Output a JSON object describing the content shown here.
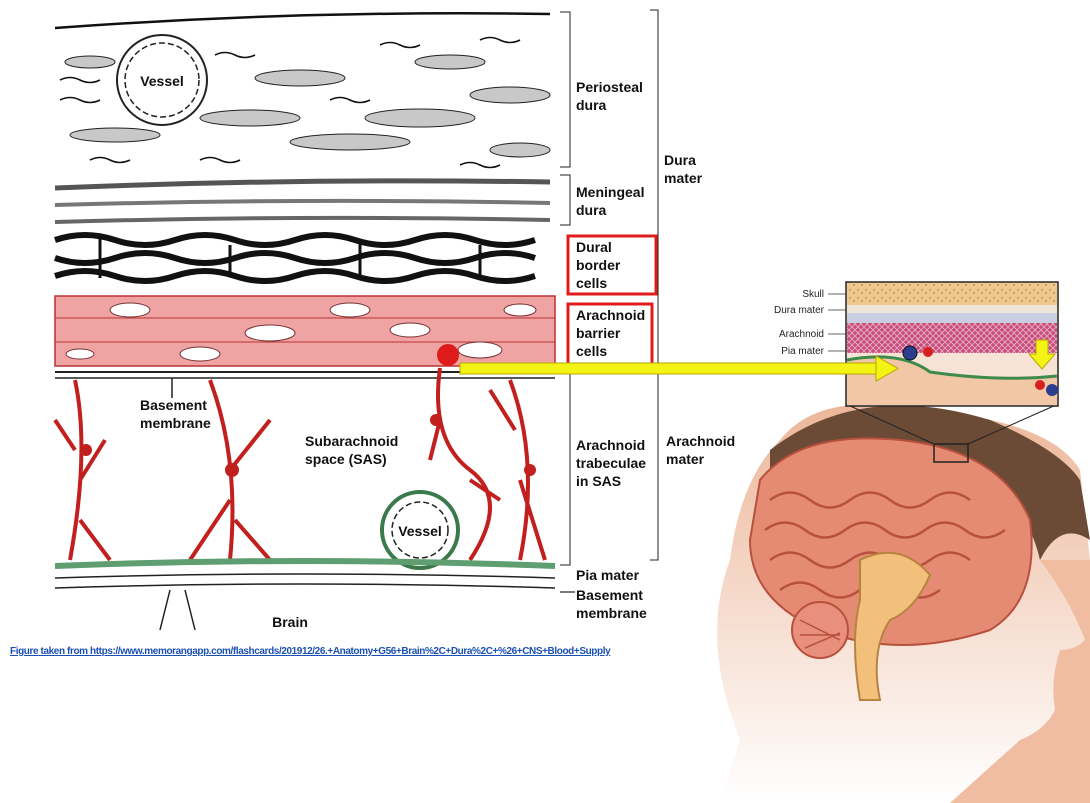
{
  "left_diagram": {
    "vessel_top": "Vessel",
    "vessel_bottom": "Vessel",
    "labels": {
      "periosteal": [
        "Periosteal",
        "dura"
      ],
      "meningeal": [
        "Meningeal",
        "dura"
      ],
      "dura_mater": [
        "Dura",
        "mater"
      ],
      "dural_border": [
        "Dural",
        "border",
        "cells"
      ],
      "arachnoid_barrier": [
        "Arachnoid",
        "barrier",
        "cells"
      ],
      "basement_membrane_left": [
        "Basement",
        "membrane"
      ],
      "sas": [
        "Subarachnoid",
        "space (SAS)"
      ],
      "trabeculae": [
        "Arachnoid",
        "trabeculae",
        "in SAS"
      ],
      "arachnoid_mater": [
        "Arachnoid",
        "mater"
      ],
      "pia_mater": "Pia mater",
      "basement_membrane_right": [
        "Basement",
        "membrane"
      ],
      "brain": "Brain"
    },
    "highlight_color": "#e01b1b",
    "arrow_color": "#f3f315"
  },
  "inset": {
    "labels": {
      "skull": "Skull",
      "dura_mater": "Dura mater",
      "arachnoid": "Arachnoid",
      "pia_mater": "Pia mater"
    }
  },
  "caption": "Figure taken from https://www.memorangapp.com/flashcards/201912/26.+Anatomy+G56+Brain%2C+Dura%2C+%26+CNS+Blood+Supply"
}
